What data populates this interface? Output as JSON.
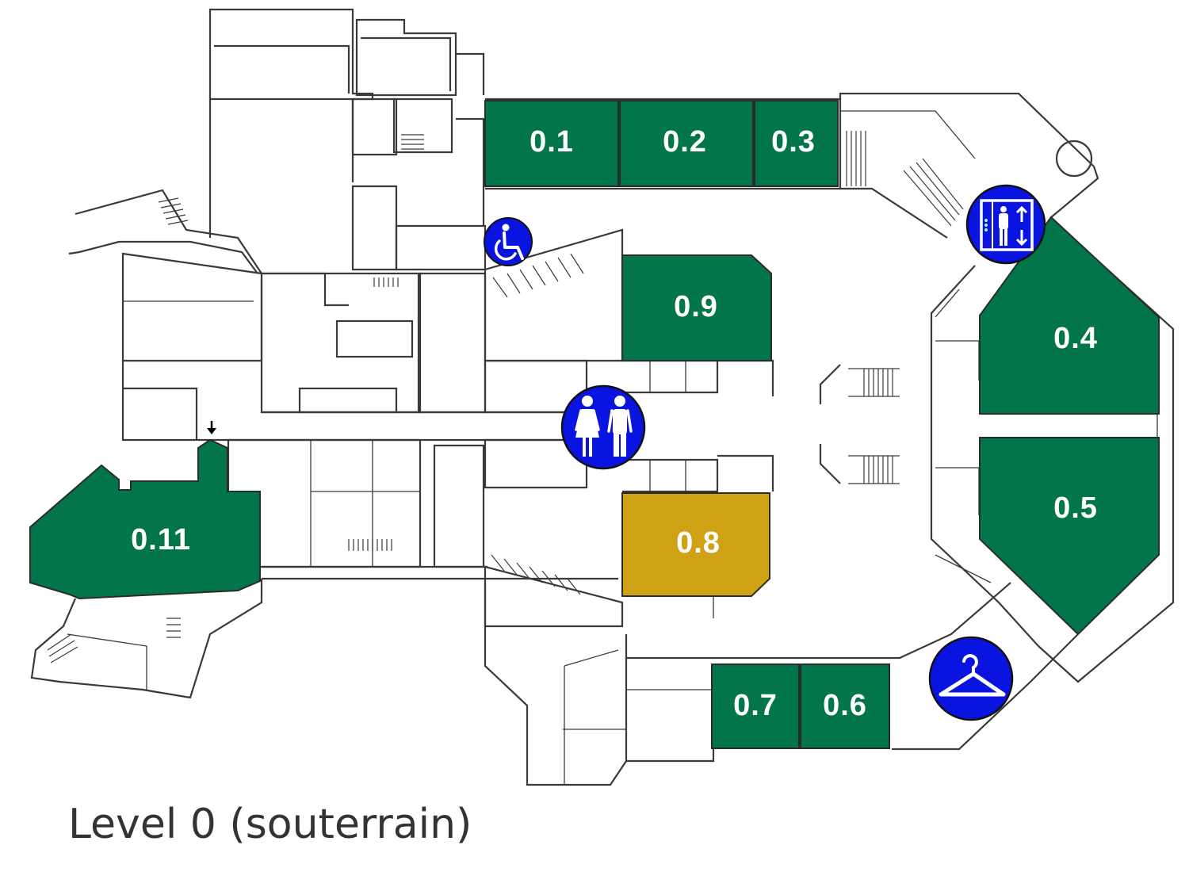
{
  "title": "Level 0 (souterrain)",
  "colors": {
    "room_green": "#03754a",
    "room_selected": "#cfa216",
    "icon_blue": "#0a14e0",
    "wall": "#3a3a3a"
  },
  "rooms": [
    {
      "id": "0.1",
      "label": "0.1",
      "state": "available"
    },
    {
      "id": "0.2",
      "label": "0.2",
      "state": "available"
    },
    {
      "id": "0.3",
      "label": "0.3",
      "state": "available"
    },
    {
      "id": "0.4",
      "label": "0.4",
      "state": "available"
    },
    {
      "id": "0.5",
      "label": "0.5",
      "state": "available"
    },
    {
      "id": "0.6",
      "label": "0.6",
      "state": "available"
    },
    {
      "id": "0.7",
      "label": "0.7",
      "state": "available"
    },
    {
      "id": "0.8",
      "label": "0.8",
      "state": "selected"
    },
    {
      "id": "0.9",
      "label": "0.9",
      "state": "available"
    },
    {
      "id": "0.11",
      "label": "0.11",
      "state": "available"
    }
  ],
  "facilities": [
    {
      "icon": "wheelchair-icon"
    },
    {
      "icon": "elevator-icon"
    },
    {
      "icon": "restroom-icon"
    },
    {
      "icon": "cloakroom-hanger-icon"
    }
  ]
}
